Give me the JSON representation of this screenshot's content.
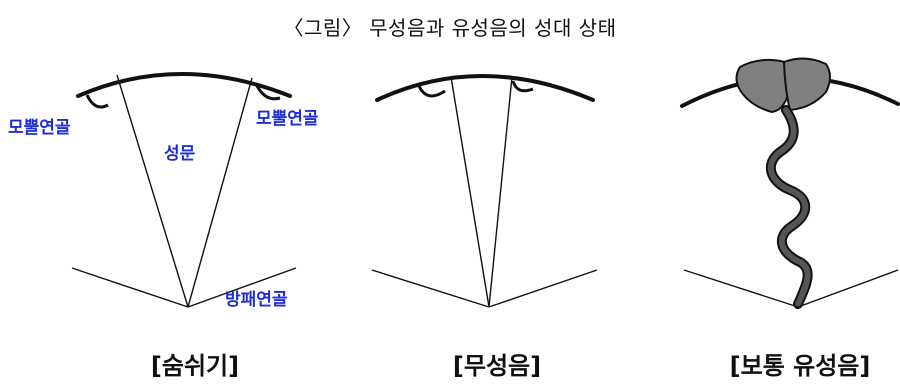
{
  "title": "〈그림〉 무성음과 유성음의 성대 상태",
  "panels": [
    {
      "caption": "[숨쉬기]",
      "labels": {
        "arytenoid_left": "모뿔연골",
        "arytenoid_right": "모뿔연골",
        "glottis": "성문",
        "thyroid": "방패연골"
      }
    },
    {
      "caption": "[무성음]"
    },
    {
      "caption": "[보통 유성음]"
    }
  ],
  "colors": {
    "label_text": "#1f2fd6",
    "line": "#111111",
    "arytenoid_fill": "#808080",
    "vocal_fold": "#555555"
  }
}
